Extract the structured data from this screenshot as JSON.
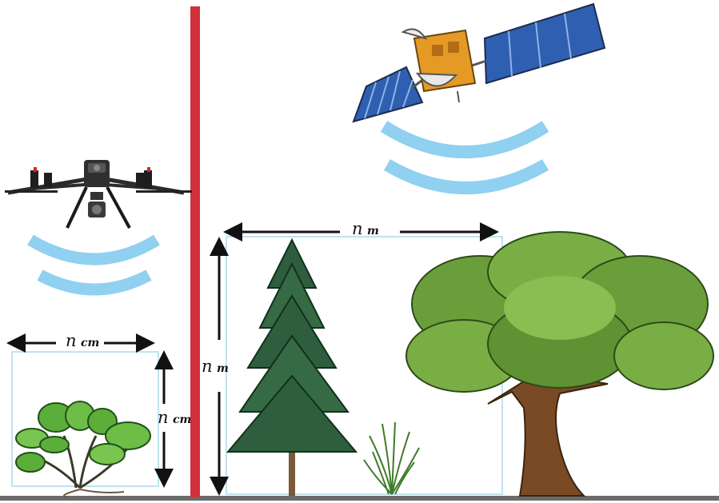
{
  "labels": {
    "symbol": "n",
    "plant_width_unit": "cm",
    "plant_height_unit": "cm",
    "canopy_width_unit": "m",
    "canopy_height_unit": "m"
  },
  "colors": {
    "divider": "#d1303a",
    "ground": "#6b6b6b",
    "signal": "#90d0f0",
    "frame": "#bfe3ef",
    "conifer": "#2f5e3e",
    "oak_foliage": "#6a9e3a",
    "trunk": "#7a4a24"
  },
  "icons": [
    "drone-icon",
    "satellite-icon",
    "strawberry-plant-icon",
    "conifer-tree-icon",
    "grass-tuft-icon",
    "oak-tree-icon"
  ]
}
